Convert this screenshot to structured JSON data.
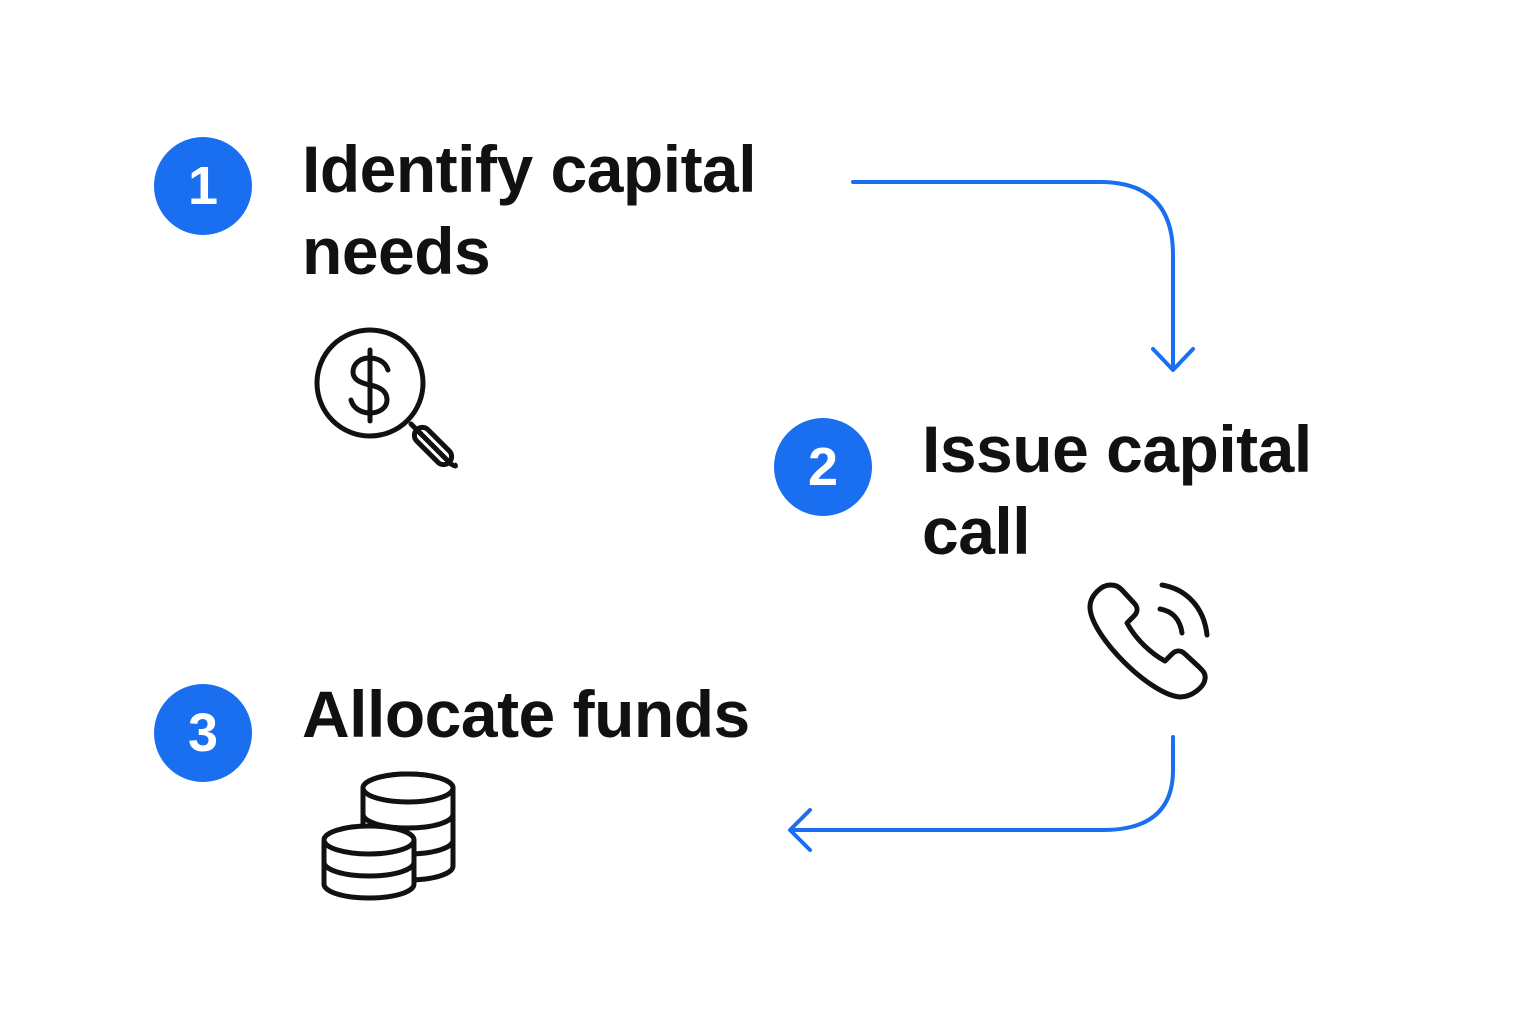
{
  "colors": {
    "accent": "#1a6ef0",
    "text": "#111111",
    "background": "#ffffff"
  },
  "steps": [
    {
      "number": "1",
      "title_lines": [
        "Identify capital",
        "needs"
      ],
      "icon": "magnifier-dollar-icon"
    },
    {
      "number": "2",
      "title_lines": [
        "Issue capital",
        "call"
      ],
      "icon": "phone-call-icon"
    },
    {
      "number": "3",
      "title_lines": [
        "Allocate funds"
      ],
      "icon": "coin-stack-icon"
    }
  ],
  "connectors": [
    {
      "from": "1",
      "to": "2"
    },
    {
      "from": "2",
      "to": "3"
    }
  ]
}
